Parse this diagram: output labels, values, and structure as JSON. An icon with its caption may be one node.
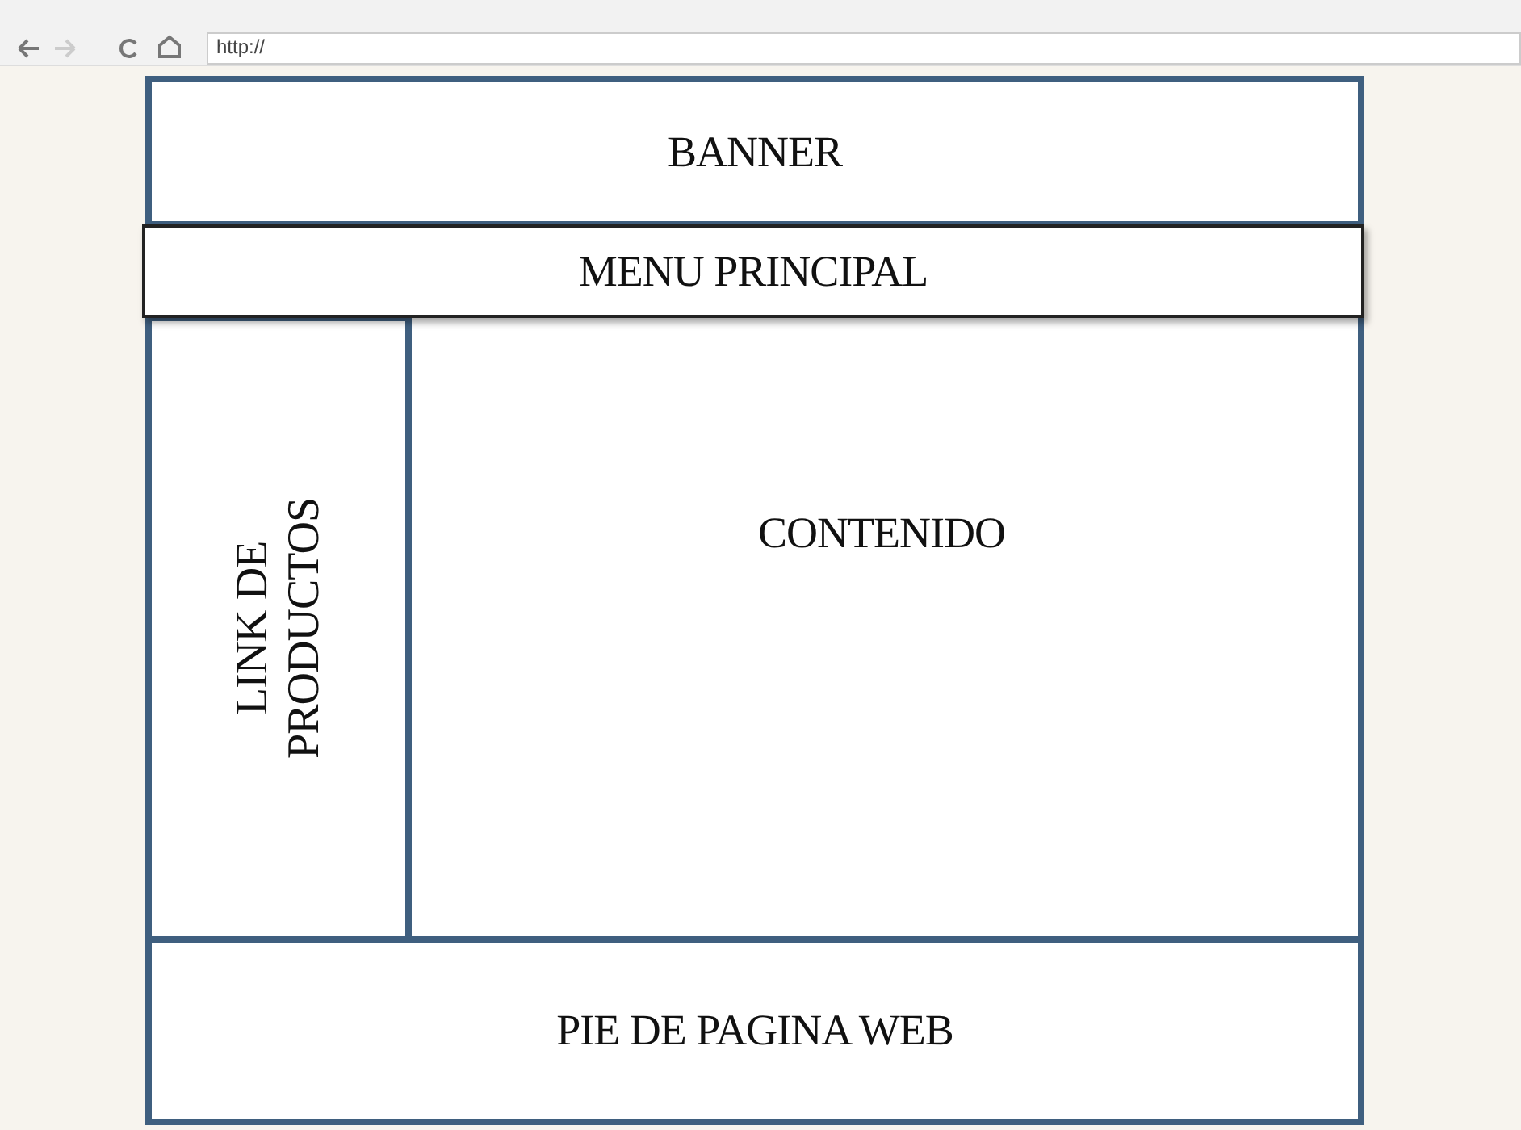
{
  "diagram": {
    "nodes": [
      {
        "text": [
          "BANNER"
        ]
      },
      {
        "text": [
          "MENU PRINCIPAL"
        ]
      },
      {
        "text": [
          "LINK DE PRODUCTOS"
        ]
      },
      {
        "text": [
          "CONTENIDO"
        ]
      },
      {
        "text": [
          "PIE DE PAGINA WEB"
        ]
      }
    ],
    "labels": [
      "http://"
    ]
  }
}
